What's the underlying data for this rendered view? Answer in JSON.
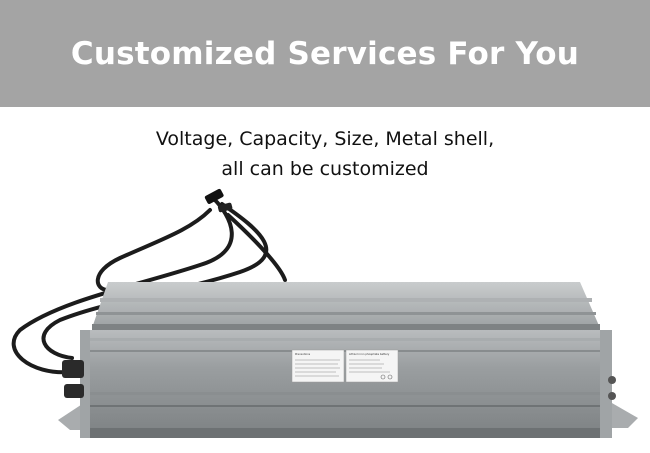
{
  "banner": {
    "title": "Customized Services For You"
  },
  "subtitle": {
    "line1": "Voltage, Capacity, Size, Metal shell,",
    "line2": "all can be customized"
  },
  "product_label": {
    "left_heading": "Precautions",
    "right_heading": "Lithium iron phosphate battery"
  },
  "colors": {
    "banner_bg": "#a4a4a4",
    "banner_text": "#ffffff",
    "body_text": "#111111",
    "casing": "#8e9294",
    "cable": "#1c1c1c"
  }
}
